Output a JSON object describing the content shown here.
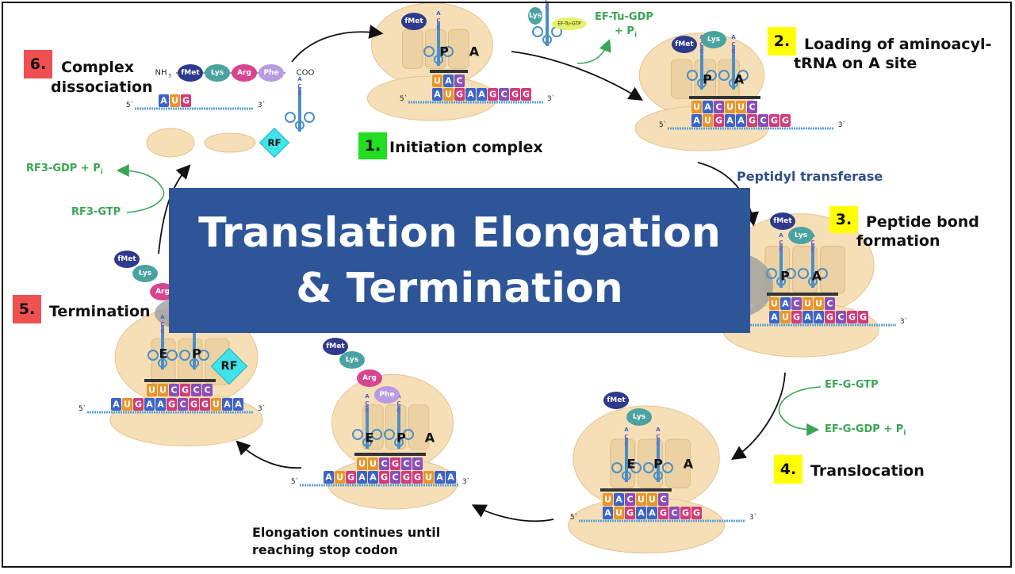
{
  "title": {
    "line1": "Translation Elongation",
    "line2": "& Termination"
  },
  "steps": [
    {
      "num": "1.",
      "label": "Initiation complex",
      "color": "#22dd22"
    },
    {
      "num": "2.",
      "label1": "Loading of aminoacyl-",
      "label2": "tRNA on A site",
      "color": "#ffff00"
    },
    {
      "num": "3.",
      "label1": "Peptide bond",
      "label2": "formation",
      "color": "#ffff00"
    },
    {
      "num": "4.",
      "label": "Translocation",
      "color": "#ffff00"
    },
    {
      "num": "5.",
      "label": "Termination",
      "color": "#f05050"
    },
    {
      "num": "6.",
      "label1": "Complex",
      "label2": "dissociation",
      "color": "#f05050"
    }
  ],
  "annotations": {
    "peptidyl": "Peptidyl transferase",
    "eftu_gdp": "EF-Tu-GDP",
    "eftu_pi": "+ P",
    "eftu_gtp": "EF-Tu-GTP",
    "efg_gtp": "EF-G-GTP",
    "efg_gdp": "EF-G-GDP + P",
    "rf3_gdp": "RF3-GDP + P",
    "rf3_gtp": "RF3-GTP",
    "pi_sub": "i",
    "elong1": "Elongation continues until",
    "elong2": "reaching stop codon"
  },
  "peptide_chain": {
    "nh3": "NH",
    "nh3_sub": "3",
    "coo": "COO",
    "residues": [
      "fMet",
      "Lys",
      "Arg",
      "Phe"
    ]
  },
  "aminoacids": {
    "fmet": "fMet",
    "lys": "Lys",
    "arg": "Arg",
    "phe": "Phe"
  },
  "sites": {
    "e": "E",
    "p": "P",
    "a": "A"
  },
  "rf": "RF",
  "mrna": {
    "five": "5`",
    "three": "3`"
  },
  "codons": {
    "s1": {
      "anticodon": [
        "U",
        "A",
        "C"
      ],
      "mrna": [
        "A",
        "U",
        "G",
        "A",
        "A",
        "G",
        "C",
        "G",
        "G"
      ]
    },
    "s2": {
      "anticodon": [
        "U",
        "A",
        "C",
        "U",
        "U",
        "C"
      ],
      "mrna": [
        "A",
        "U",
        "G",
        "A",
        "A",
        "G",
        "C",
        "G",
        "G"
      ]
    },
    "s3": {
      "anticodon": [
        "U",
        "A",
        "C",
        "U",
        "U",
        "C"
      ],
      "mrna": [
        "A",
        "U",
        "G",
        "A",
        "A",
        "G",
        "C",
        "G",
        "G"
      ]
    },
    "s4": {
      "anticodon": [
        "U",
        "A",
        "C",
        "U",
        "U",
        "C"
      ],
      "mrna": [
        "A",
        "U",
        "G",
        "A",
        "A",
        "G",
        "C",
        "G",
        "G"
      ]
    },
    "s45": {
      "anticodon": [
        "U",
        "U",
        "C",
        "G",
        "C",
        "C"
      ],
      "mrna": [
        "A",
        "U",
        "G",
        "A",
        "A",
        "G",
        "C",
        "G",
        "G",
        "U",
        "A",
        "A"
      ]
    },
    "s5": {
      "anticodon": [
        "U",
        "U",
        "C",
        "G",
        "C",
        "C"
      ],
      "mrna": [
        "A",
        "U",
        "G",
        "A",
        "A",
        "G",
        "C",
        "G",
        "G",
        "U",
        "A",
        "A"
      ]
    },
    "s6": {
      "mrna": [
        "A",
        "U",
        "G"
      ]
    }
  },
  "trna_letters": [
    "A",
    "C",
    "C"
  ],
  "colors": {
    "ribosome": "#f6dfb6",
    "ribosome_dark": "#ecd1a2",
    "title_bg": "#2e5597",
    "fmet": "#2e3a8c",
    "lys": "#4aa3a0",
    "arg": "#d6458f",
    "phe": "#b89be0",
    "rf": "#3fe3e8",
    "arrow_green": "#3aa655"
  }
}
